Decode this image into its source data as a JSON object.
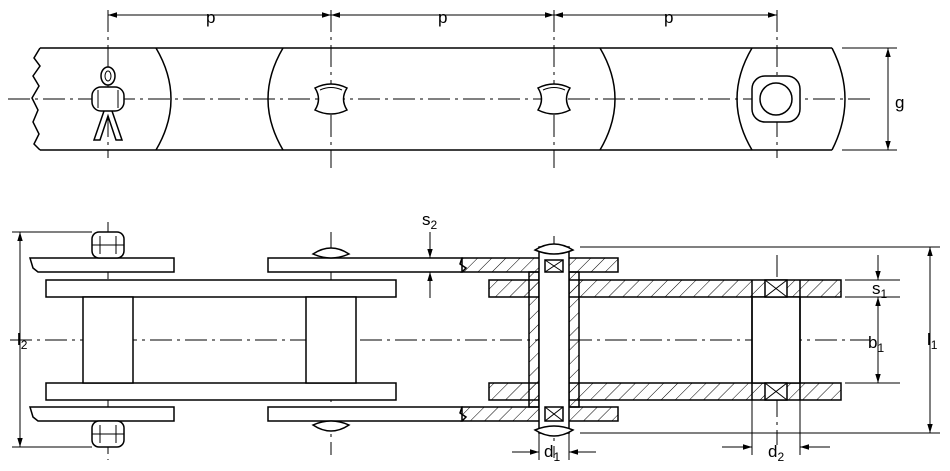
{
  "labels": {
    "pitch_1": "p",
    "pitch_2": "p",
    "pitch_3": "p",
    "plate_height": "g",
    "outer_plate_thickness": {
      "base": "s",
      "sub": "2"
    },
    "inner_plate_thickness": {
      "base": "s",
      "sub": "1"
    },
    "inner_width": {
      "base": "b",
      "sub": "1"
    },
    "overall_width_right": {
      "base": "l",
      "sub": "1"
    },
    "overall_width_left": {
      "base": "l",
      "sub": "2"
    },
    "pin_diameter": {
      "base": "d",
      "sub": "1"
    },
    "bush_diameter": {
      "base": "d",
      "sub": "2"
    }
  }
}
